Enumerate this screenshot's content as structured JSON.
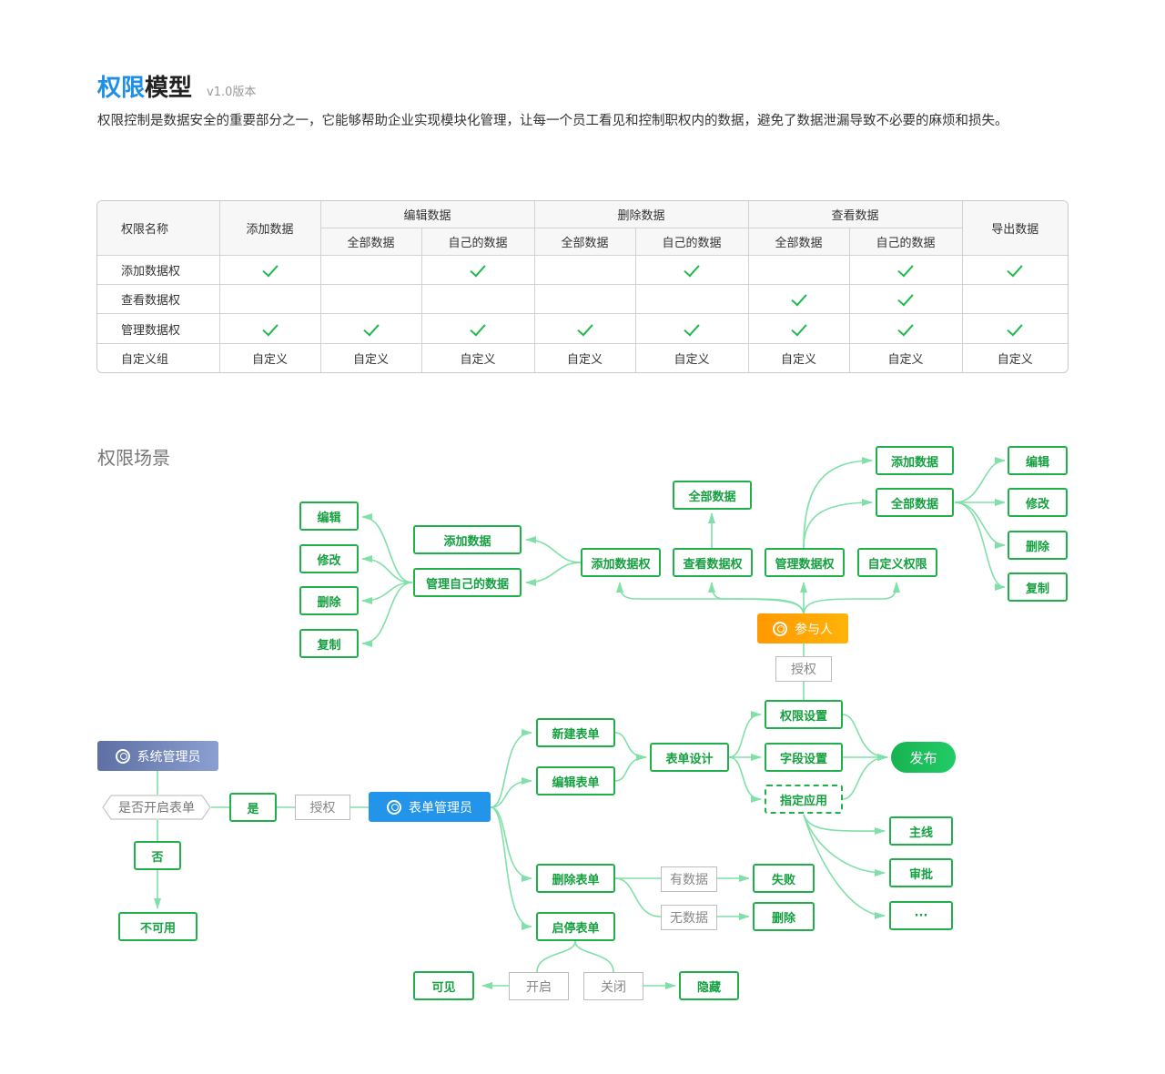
{
  "header": {
    "title_blue": "权限",
    "title_dark": "模型",
    "version": "v1.0版本",
    "description": "权限控制是数据安全的重要部分之一，它能够帮助企业实现模块化管理，让每一个员工看见和控制职权内的数据，避免了数据泄漏导致不必要的麻烦和损失。"
  },
  "table": {
    "col_name": "权限名称",
    "col_add": "添加数据",
    "group_edit": "编辑数据",
    "group_delete": "删除数据",
    "group_view": "查看数据",
    "col_export": "导出数据",
    "sub_all": "全部数据",
    "sub_own": "自己的数据",
    "rows": [
      {
        "name": "添加数据权",
        "cells": [
          true,
          false,
          true,
          false,
          true,
          false,
          true,
          true
        ]
      },
      {
        "name": "查看数据权",
        "cells": [
          false,
          false,
          false,
          false,
          false,
          true,
          true,
          false
        ]
      },
      {
        "name": "管理数据权",
        "cells": [
          true,
          true,
          true,
          true,
          true,
          true,
          true,
          true
        ]
      },
      {
        "name": "自定义组",
        "cells": [
          "自定义",
          "自定义",
          "自定义",
          "自定义",
          "自定义",
          "自定义",
          "自定义",
          "自定义"
        ]
      }
    ],
    "check_color": "#1fba4d"
  },
  "section": {
    "title": "权限场景"
  },
  "diagram": {
    "participant": "参与人",
    "authorize": "授权",
    "perm_add": "添加数据权",
    "perm_view": "查看数据权",
    "perm_manage": "管理数据权",
    "perm_custom": "自定义权限",
    "view_all": "全部数据",
    "add_data": "添加数据",
    "manage_own": "管理自己的数据",
    "left_actions": [
      "编辑",
      "修改",
      "删除",
      "复制"
    ],
    "manage_add": "添加数据",
    "manage_all": "全部数据",
    "right_actions": [
      "编辑",
      "修改",
      "删除",
      "复制"
    ],
    "sys_admin": "系统管理员",
    "decision": "是否开启表单",
    "yes": "是",
    "no": "否",
    "unavailable": "不可用",
    "authorize2": "授权",
    "form_admin": "表单管理员",
    "new_form": "新建表单",
    "edit_form": "编辑表单",
    "delete_form": "删除表单",
    "toggle_form": "启停表单",
    "form_design": "表单设计",
    "perm_settings": "权限设置",
    "field_settings": "字段设置",
    "assign_app": "指定应用",
    "publish": "发布",
    "mainline": "主线",
    "approval": "审批",
    "more": "···",
    "has_data": "有数据",
    "no_data": "无数据",
    "fail": "失败",
    "delete": "删除",
    "open": "开启",
    "close": "关闭",
    "visible": "可见",
    "hidden": "隐藏"
  },
  "colors": {
    "accent_blue": "#1e8fe6",
    "green": "#1fb04c",
    "link_green": "#7fe0a8",
    "orange": "#ff9f00",
    "navy": "#6a7db3",
    "form_blue": "#2294ea"
  }
}
